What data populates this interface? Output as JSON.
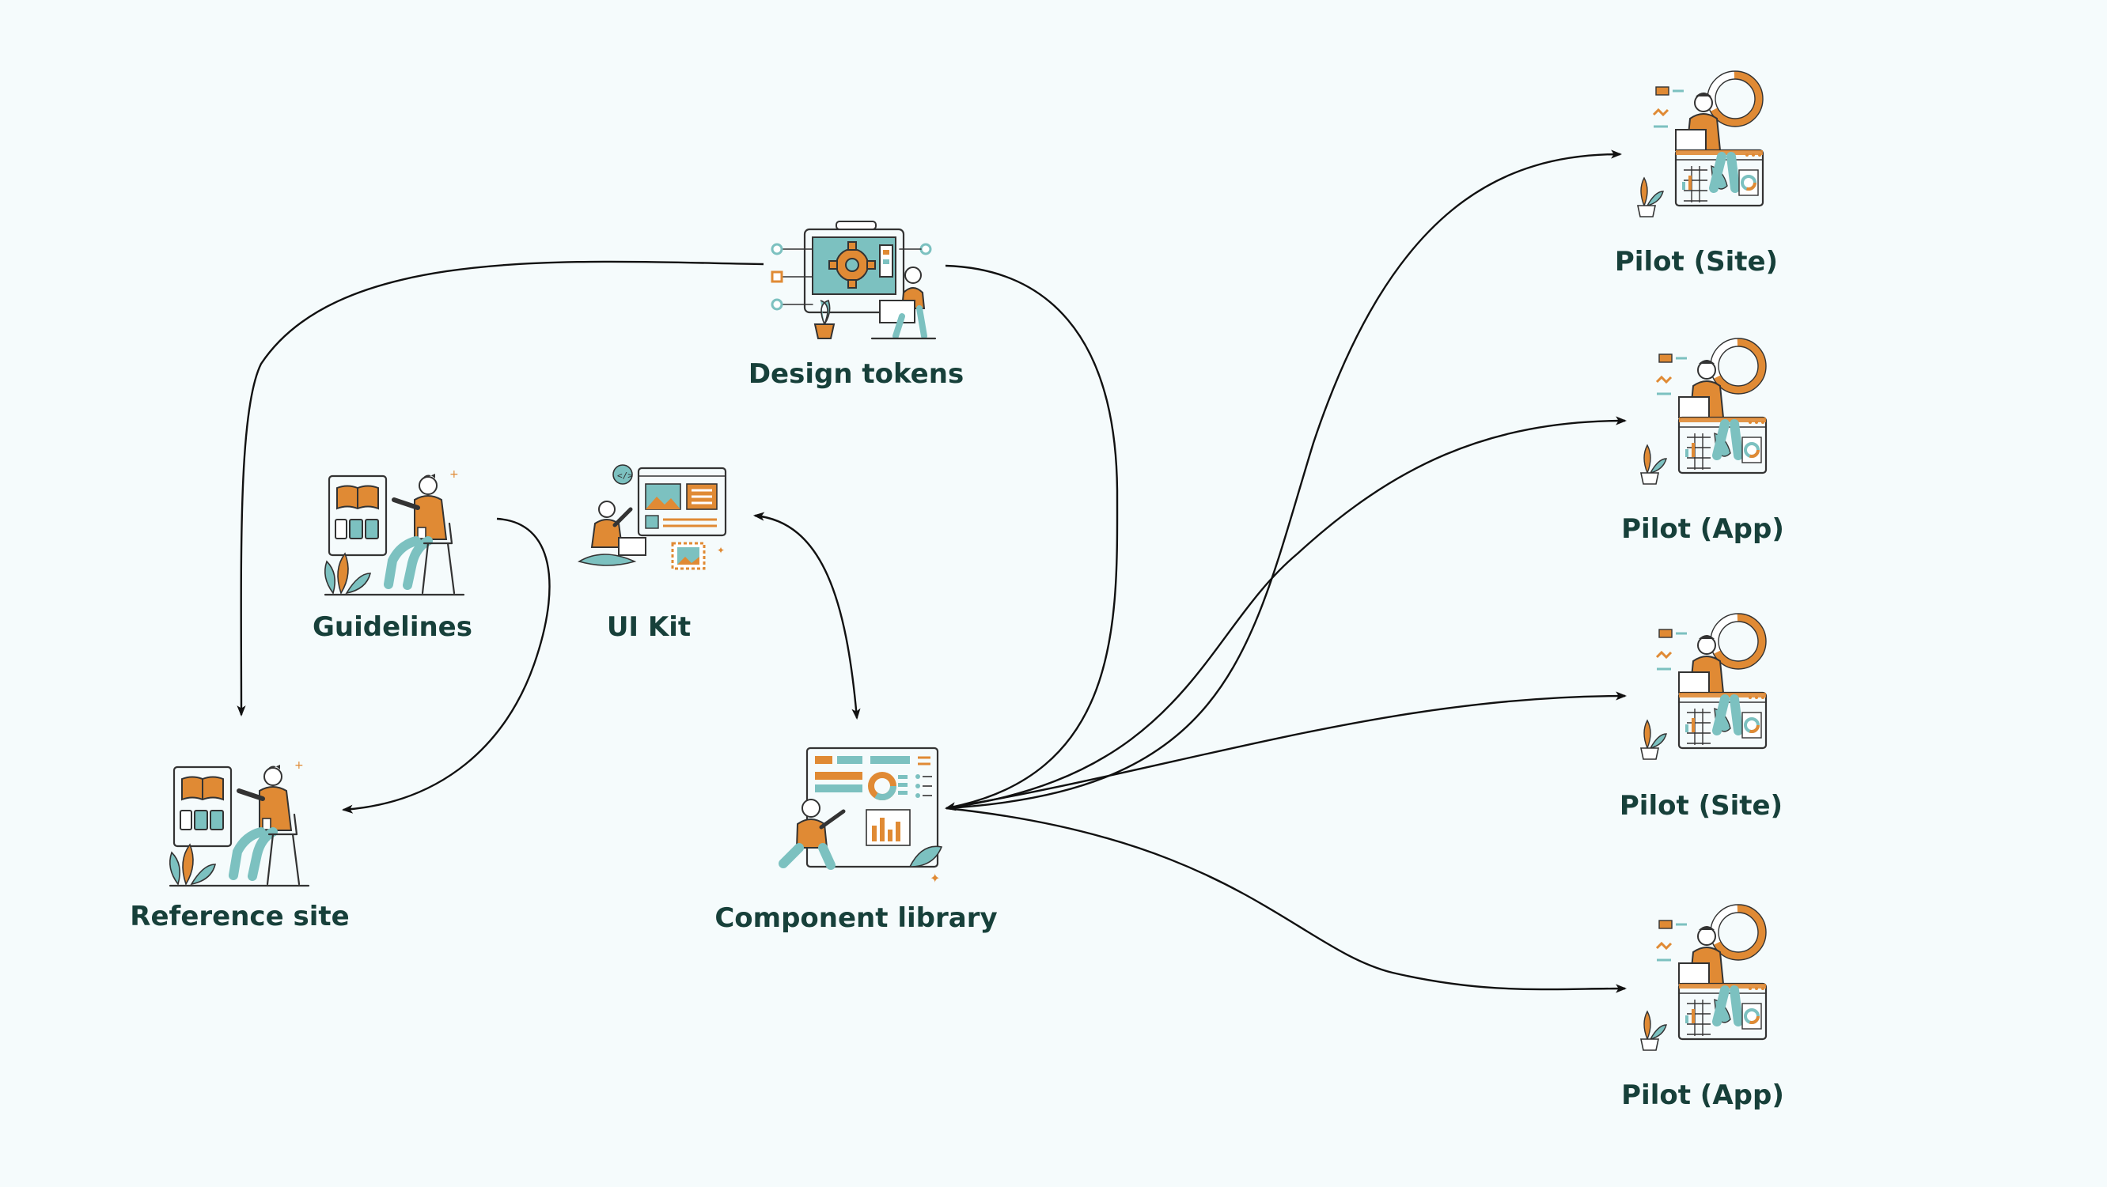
{
  "palette": {
    "background": "#f5fbfc",
    "label": "#17403a",
    "orange": "#e08a34",
    "teal": "#7cc1c0",
    "outline": "#333333",
    "edge": "#111111"
  },
  "nodes": {
    "design_tokens": {
      "label": "Design tokens",
      "icon": "gear-screen-illustration"
    },
    "guidelines": {
      "label": "Guidelines",
      "icon": "book-presentation-illustration"
    },
    "ui_kit": {
      "label": "UI Kit",
      "icon": "webpage-layout-illustration"
    },
    "reference_site": {
      "label": "Reference site",
      "icon": "book-presentation-illustration"
    },
    "component_library": {
      "label": "Component library",
      "icon": "dashboard-board-illustration"
    },
    "pilot_1": {
      "label": "Pilot (Site)",
      "icon": "analytics-laptop-illustration"
    },
    "pilot_2": {
      "label": "Pilot (App)",
      "icon": "analytics-laptop-illustration"
    },
    "pilot_3": {
      "label": "Pilot (Site)",
      "icon": "analytics-laptop-illustration"
    },
    "pilot_4": {
      "label": "Pilot (App)",
      "icon": "analytics-laptop-illustration"
    }
  },
  "edges": [
    {
      "from": "design_tokens",
      "to": "reference_site",
      "direction": "forward"
    },
    {
      "from": "design_tokens",
      "to": "component_library",
      "direction": "forward"
    },
    {
      "from": "guidelines",
      "to": "reference_site",
      "direction": "forward"
    },
    {
      "from": "ui_kit",
      "to": "component_library",
      "direction": "both"
    },
    {
      "from": "component_library",
      "to": "pilot_1",
      "direction": "forward"
    },
    {
      "from": "component_library",
      "to": "pilot_2",
      "direction": "forward"
    },
    {
      "from": "component_library",
      "to": "pilot_3",
      "direction": "forward"
    },
    {
      "from": "component_library",
      "to": "pilot_4",
      "direction": "forward"
    }
  ]
}
